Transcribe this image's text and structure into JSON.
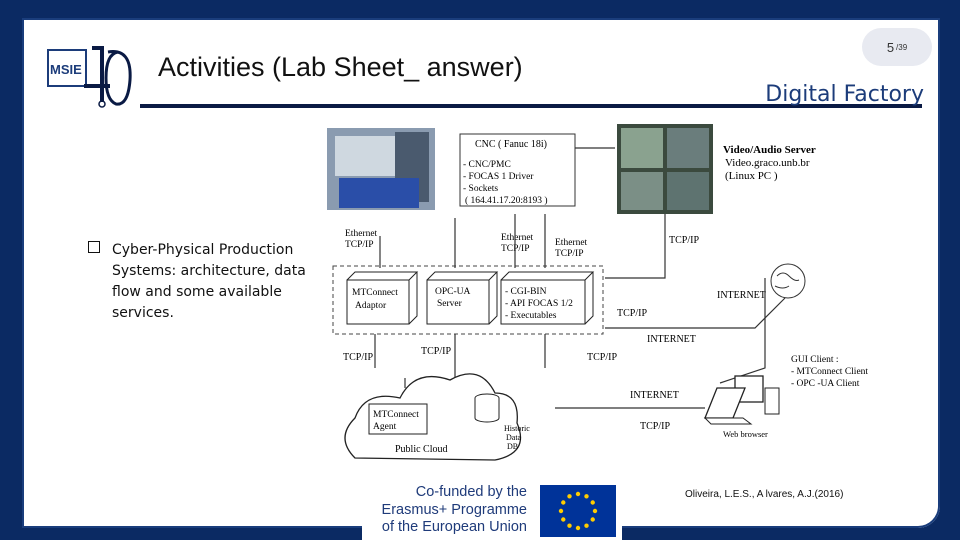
{
  "header": {
    "title": "Activities (Lab Sheet_ answer)",
    "subtitle": "Digital Factory",
    "page_current": "5",
    "page_total": "/39",
    "logo_text": "MSIE",
    "logo_number": "4.0"
  },
  "bullet": {
    "text": "Cyber-Physical Production Systems: architecture, data flow and some available services."
  },
  "diagram": {
    "cnc_title": "CNC ( Fanuc 18i)",
    "cnc_items": [
      "- CNC/PMC",
      "- FOCAS 1 Driver",
      "- Sockets",
      "( 164.41.17.20:8193 )"
    ],
    "video_server": [
      "Video/Audio Server",
      "Video.graco.unb.br",
      "(Linux PC )"
    ],
    "ethernet_left": [
      "Ethernet",
      "TCP/IP"
    ],
    "ethernet_mid": [
      "Ethernet",
      "TCP/IP"
    ],
    "ethernet_right": [
      "Ethernet",
      "TCP/IP"
    ],
    "tcpip_top": "TCP/IP",
    "mtconnect_adaptor": [
      "MTConnect",
      "Adaptor"
    ],
    "opcua_server": [
      "OPC-UA",
      "Server"
    ],
    "cgibin": [
      "- CGI-BIN",
      "- API FOCAS 1/2",
      "- Executables"
    ],
    "tcpip_right_box": "TCP/IP",
    "internet_top": "INTERNET",
    "internet_mid": "INTERNET",
    "tcpip_left_bottom": "TCP/IP",
    "tcpip_center_bottom": "TCP/IP",
    "tcpip_right_bottom": "TCP/IP",
    "gui_client": [
      "GUI Client :",
      "- MTConnect Client",
      "- OPC -UA Client"
    ],
    "mtconnect_agent": [
      "MTConnect",
      "Agent"
    ],
    "historic_db": [
      "Historic",
      "Data",
      "DB"
    ],
    "public_cloud": "Public Cloud",
    "internet_bottom": "INTERNET",
    "tcpip_bottom": "TCP/IP",
    "web_browser": "Web browser"
  },
  "citation": "Oliveira, L.E.S., A lvares, A.J.(2016)",
  "eu": {
    "line1": "Co-funded by the",
    "line2": "Erasmus+ Programme",
    "line3": "of the European Union"
  },
  "colors": {
    "background": "#0b2a63",
    "accent": "#1c3c7a",
    "eu_blue": "#003399",
    "eu_star": "#ffcc00"
  }
}
